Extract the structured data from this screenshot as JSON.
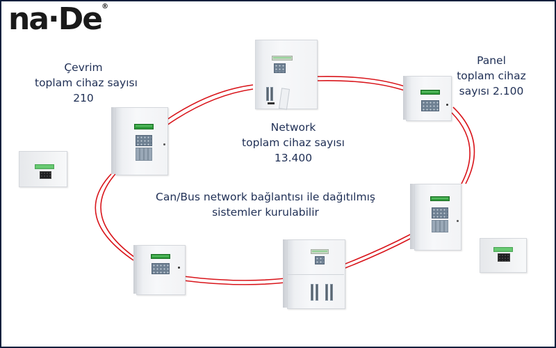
{
  "brand": {
    "logo_text": "na·De",
    "registered_mark": "®"
  },
  "labels": {
    "loop": {
      "lines": [
        "Çevrim",
        "toplam cihaz sayısı",
        "210"
      ]
    },
    "panel": {
      "lines": [
        "Panel",
        "toplam cihaz",
        "sayısı 2.100"
      ]
    },
    "network": {
      "lines": [
        "Network",
        "toplam cihaz sayısı",
        "13.400"
      ]
    },
    "canbus": {
      "lines": [
        "Can/Bus network bağlantısı ile dağıtılmış",
        "sistemler kurulabilir"
      ]
    }
  },
  "devices": [
    {
      "id": "network-panel-top",
      "type": "network panel"
    },
    {
      "id": "fire-panel-left",
      "type": "fire alarm panel with zone modules"
    },
    {
      "id": "repeater-left",
      "type": "repeater panel"
    },
    {
      "id": "fire-panel-top-right",
      "type": "fire alarm panel"
    },
    {
      "id": "fire-panel-right",
      "type": "fire alarm panel with zone modules"
    },
    {
      "id": "repeater-right",
      "type": "repeater panel"
    },
    {
      "id": "network-panel-bottom",
      "type": "network panel"
    },
    {
      "id": "fire-panel-bottom-left",
      "type": "fire alarm panel"
    }
  ],
  "colors": {
    "cable": "#d9161c",
    "text": "#1f2f55",
    "border": "#0d1f3c",
    "lcd": "#2e9a3a"
  }
}
